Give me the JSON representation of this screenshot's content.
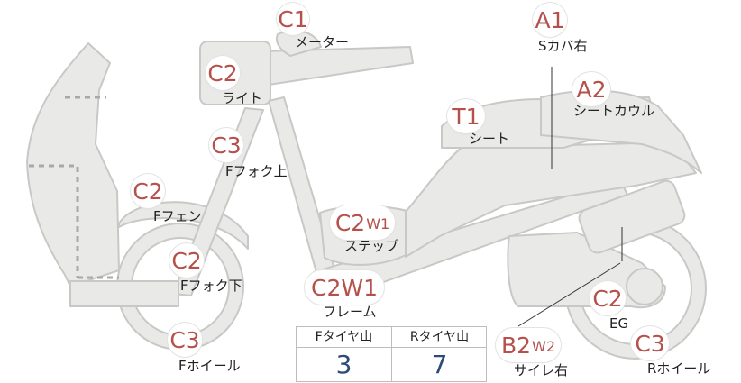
{
  "colors": {
    "body_fill": "#e9e9e7",
    "body_stroke": "#c8c8c6",
    "badge_text": "#b5504b",
    "label_text": "#222222",
    "table_value_text": "#2e4a78",
    "dashed_line": "#a9a9a9"
  },
  "parts": [
    {
      "id": "meter",
      "code": "C1",
      "sub": "",
      "label": "メーター"
    },
    {
      "id": "light",
      "code": "C2",
      "sub": "",
      "label": "ライト"
    },
    {
      "id": "fork-upper",
      "code": "C3",
      "sub": "",
      "label": "Fフォク上"
    },
    {
      "id": "front-fender",
      "code": "C2",
      "sub": "",
      "label": "Fフェン"
    },
    {
      "id": "fork-lower",
      "code": "C2",
      "sub": "",
      "label": "Fフォク下"
    },
    {
      "id": "front-wheel",
      "code": "C3",
      "sub": "",
      "label": "Fホイール"
    },
    {
      "id": "step",
      "code": "C2",
      "sub": "W1",
      "label": "ステップ"
    },
    {
      "id": "frame",
      "code": "C2W1",
      "sub": "",
      "label": "フレーム"
    },
    {
      "id": "side-cover-right",
      "code": "A1",
      "sub": "",
      "label": "Sカバ右"
    },
    {
      "id": "seat-cowl",
      "code": "A2",
      "sub": "",
      "label": "シートカウル"
    },
    {
      "id": "seat",
      "code": "T1",
      "sub": "",
      "label": "シート"
    },
    {
      "id": "engine",
      "code": "C2",
      "sub": "",
      "label": "EG"
    },
    {
      "id": "muffler-right",
      "code": "B2",
      "sub": "W2",
      "label": "サイレ右"
    },
    {
      "id": "rear-wheel",
      "code": "C3",
      "sub": "",
      "label": "Rホイール"
    }
  ],
  "tread_table": {
    "headers": [
      "Fタイヤ山",
      "Rタイヤ山"
    ],
    "values": [
      "3",
      "7"
    ]
  }
}
